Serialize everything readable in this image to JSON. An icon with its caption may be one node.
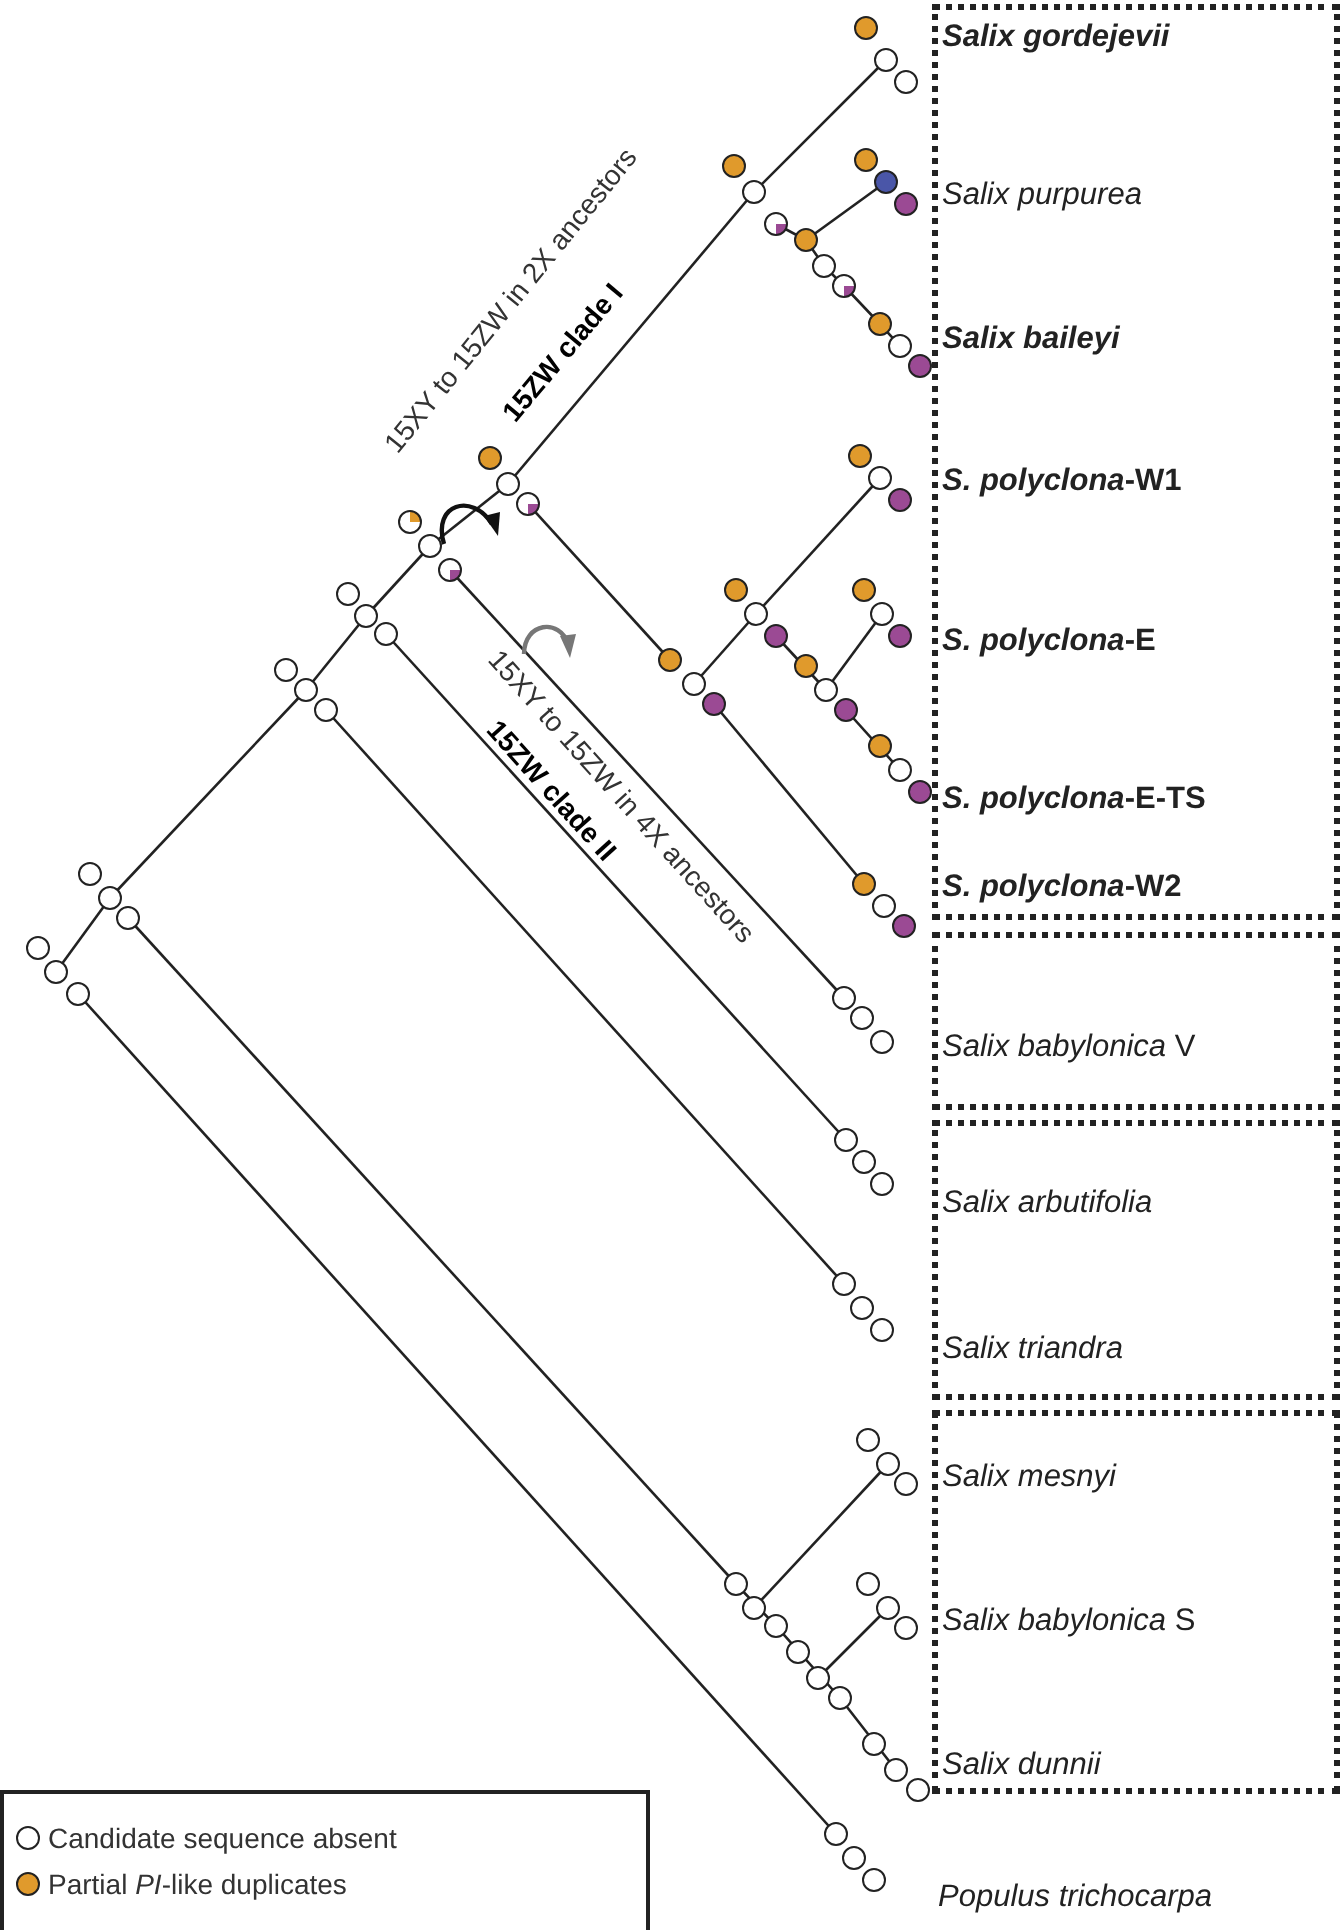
{
  "diagram": {
    "nodes": [
      {
        "text": [
          "Salix gordejevii",
          "Salix purpurea",
          "Salix baileyi",
          "*S. polyclona*-W1",
          "*S. polyclona*-E",
          "*S. polyclona*-E-TS",
          "*S. polyclona*-W2"
        ]
      },
      {
        "text": [
          "*Salix babylonica* V"
        ]
      },
      {
        "text": [
          "Salix arbutifolia",
          "Salix triandra"
        ]
      },
      {
        "text": [
          "Salix mesnyi",
          "*Salix babylonica* S",
          "Salix dunnii"
        ]
      }
    ],
    "labels": [
      "15XY to 15ZW in 2X ancestors",
      "15ZW clade I",
      "15XY to 15ZW in 4X ancestors",
      "15ZW clade II",
      "Populus trichocarpa"
    ],
    "legend": [
      {
        "text": "Candidate sequence absent",
        "color": "#ffffff"
      },
      {
        "text": "Partial *PI*-like duplicates",
        "color": "#e09a2c"
      }
    ]
  }
}
